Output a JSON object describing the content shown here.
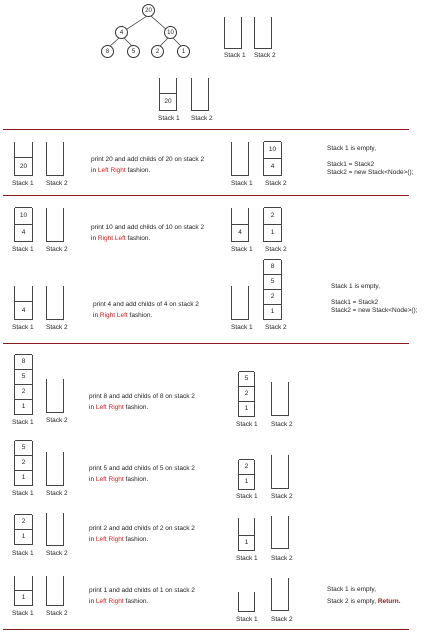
{
  "tree": {
    "root": "20",
    "left": "4",
    "right": "10",
    "ll": "8",
    "lr": "5",
    "rl": "2",
    "rr": "1"
  },
  "labels": {
    "s1": "Stack 1",
    "s2": "Stack 2"
  },
  "top": {
    "stack1_items": [
      "20"
    ]
  },
  "steps": {
    "s1": {
      "a": "print 20 and add childs of 20 on stack 2",
      "b": "in ",
      "red": "Left Right",
      "c": " fashion."
    },
    "s2": {
      "a": "print 10 and add childs of 10 on stack 2",
      "b": "in ",
      "red": "Right Left",
      "c": " fashion."
    },
    "s3": {
      "a": "print  4 and add childs of  4  on stack 2",
      "b": "in ",
      "red": "Right Left",
      "c": " fashion."
    },
    "s4": {
      "a": "print  8 and add childs of  8  on stack 2",
      "b": "in ",
      "red": "Left Right",
      "c": " fashion."
    },
    "s5": {
      "a": "print  5  and add childs of  5  on stack 2",
      "b": "in ",
      "red": "Left Right",
      "c": " fashion."
    },
    "s6": {
      "a": "print  2  and add childs of  2  on stack 2",
      "b": "in ",
      "red": "Left Right",
      "c": " fashion."
    },
    "s7": {
      "a": "print  1  and add childs of  1  on stack 2",
      "b": "in ",
      "red": "Left Right",
      "c": " fashion."
    }
  },
  "notes": {
    "n1": {
      "l1": "Stack 1 is empty,",
      "l2": "Stack1 = Stack2",
      "l3": "Stack2 = new Stack<Node>();"
    },
    "n2": {
      "l1": "Stack 1 is empty,",
      "l2": "Stack1 = Stack2",
      "l3": "Stack2 = new Stack<Node>();"
    },
    "n3": {
      "l1": "Stack 1 is empty,",
      "l2": "Stack 2 is empty, ",
      "ret": "Return."
    }
  },
  "stacks": {
    "r1_left_s1": [
      "20"
    ],
    "r1_right_s2": [
      "10",
      "4"
    ],
    "r2_left_s1": [
      "10",
      "4"
    ],
    "r2_right_s1": [
      "4"
    ],
    "r2_right_s2": [
      "2",
      "1"
    ],
    "r3_left_s1": [
      "4"
    ],
    "r3_right_s2": [
      "8",
      "5",
      "2",
      "1"
    ],
    "r4_left_s1": [
      "8",
      "5",
      "2",
      "1"
    ],
    "r4_right_s1": [
      "5",
      "2",
      "1"
    ],
    "r5_left_s1": [
      "5",
      "2",
      "1"
    ],
    "r5_right_s1": [
      "2",
      "1"
    ],
    "r6_left_s1": [
      "2",
      "1"
    ],
    "r6_right_s1": [
      "1"
    ],
    "r7_left_s1": [
      "1"
    ]
  },
  "colors": {
    "separator": "#8b1a1a",
    "highlight": "#cc2222"
  }
}
